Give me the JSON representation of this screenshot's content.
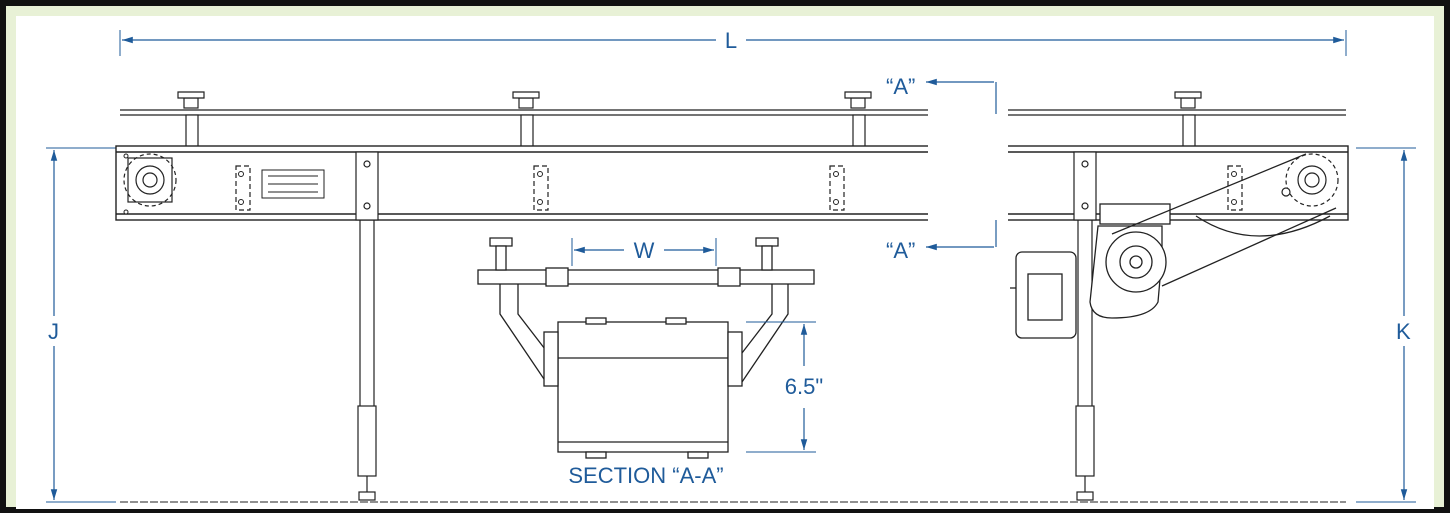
{
  "drawing": {
    "dimension_labels": {
      "length": "L",
      "width": "W",
      "height_left": "J",
      "height_right": "K",
      "depth": "6.5\""
    },
    "section_markers": {
      "top": "“A”",
      "bottom": "“A”"
    },
    "section_title": "SECTION “A-A”",
    "colors": {
      "dimension": "#1f5b9a",
      "linework": "#222222",
      "border": "#111111",
      "background": "#e8f1d6"
    }
  }
}
